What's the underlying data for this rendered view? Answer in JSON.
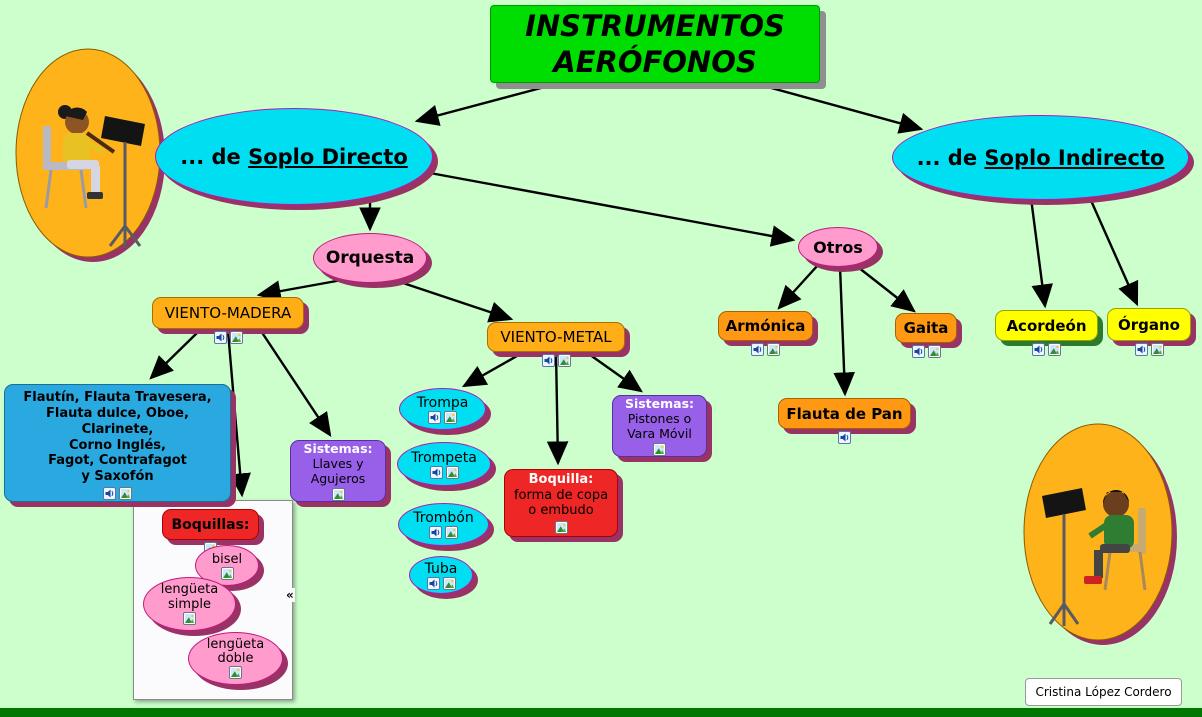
{
  "title": {
    "text": "INSTRUMENTOS\nAERÓFONOS"
  },
  "nodes": {
    "soplo_directo": {
      "prefix": "... de ",
      "label": "Soplo Directo"
    },
    "soplo_indirecto": {
      "prefix": "... de ",
      "label": "Soplo Indirecto"
    },
    "orquesta": {
      "label": "Orquesta"
    },
    "otros": {
      "label": "Otros"
    },
    "viento_madera": {
      "label": "VIENTO-MADERA"
    },
    "viento_metal": {
      "label": "VIENTO-METAL"
    },
    "maderas": {
      "label": "Flautín, Flauta Travesera,\nFlauta dulce, Oboe,\nClarinete,\nCorno Inglés,\nFagot, Contrafagot\ny Saxofón"
    },
    "sistemas_madera": {
      "header": "Sistemas:",
      "body": "Llaves y\nAgujeros"
    },
    "boquillas": {
      "label": "Boquillas:"
    },
    "bisel": {
      "label": "bisel"
    },
    "lengueta_simple": {
      "label": "lengüeta\nsimple"
    },
    "lengueta_doble": {
      "label": "lengüeta\ndoble"
    },
    "trompa": {
      "label": "Trompa"
    },
    "trompeta": {
      "label": "Trompeta"
    },
    "trombon": {
      "label": "Trombón"
    },
    "tuba": {
      "label": "Tuba"
    },
    "sistemas_metal": {
      "header": "Sistemas:",
      "body": "Pistones o\nVara Móvil"
    },
    "boquilla_metal": {
      "header": "Boquilla:",
      "body": "forma de copa\no embudo"
    },
    "armonica": {
      "label": "Armónica"
    },
    "gaita": {
      "label": "Gaita"
    },
    "flauta_pan": {
      "label": "Flauta de Pan"
    },
    "acordeon": {
      "label": "Acordeón"
    },
    "organo": {
      "label": "Órgano"
    }
  },
  "connections": [
    {
      "from": "title",
      "to": "soplo_directo"
    },
    {
      "from": "title",
      "to": "soplo_indirecto"
    },
    {
      "from": "soplo_directo",
      "to": "orquesta"
    },
    {
      "from": "soplo_directo",
      "to": "otros"
    },
    {
      "from": "orquesta",
      "to": "viento_madera"
    },
    {
      "from": "orquesta",
      "to": "viento_metal"
    },
    {
      "from": "viento_madera",
      "to": "maderas"
    },
    {
      "from": "viento_madera",
      "to": "boquillas"
    },
    {
      "from": "viento_madera",
      "to": "sistemas_madera"
    },
    {
      "from": "viento_metal",
      "to": "trompa"
    },
    {
      "from": "viento_metal",
      "to": "boquilla_metal"
    },
    {
      "from": "viento_metal",
      "to": "sistemas_metal"
    },
    {
      "from": "otros",
      "to": "armonica"
    },
    {
      "from": "otros",
      "to": "gaita"
    },
    {
      "from": "otros",
      "to": "flauta_pan"
    },
    {
      "from": "soplo_indirecto",
      "to": "acordeon"
    },
    {
      "from": "soplo_indirecto",
      "to": "organo"
    }
  ],
  "icons": {
    "audio": "speaker-icon",
    "image": "picture-icon"
  },
  "panel": {
    "collapse_glyph": "«"
  },
  "credit": {
    "label": "Cristina López Cordero"
  },
  "colors": {
    "background": "#ccffcc",
    "footer_bar": "#007700",
    "title_bg": "#00dd00",
    "cyan_node": "#00dff2",
    "pink_node": "#ff9ccd",
    "orange_node": "#ffae17",
    "deep_orange_node": "#ff9914",
    "yellow_node": "#ffff00",
    "blue_box": "#2aa9e0",
    "purple_box": "#985fe8",
    "red_box": "#ee2626",
    "node_shadow": "#993366"
  }
}
